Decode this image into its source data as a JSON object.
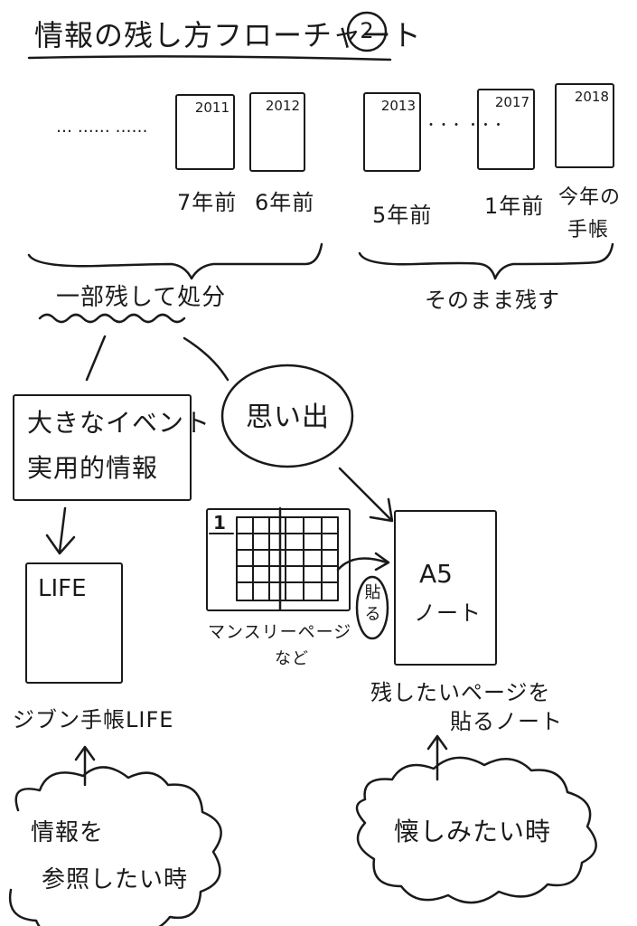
{
  "title": "情報の残し方フローチャート",
  "title_number": "2",
  "timeline": {
    "left_dots": "…  ……  ……",
    "mid_dots": "・・・  ・・・",
    "books": [
      {
        "year": "2011",
        "label": "7年前"
      },
      {
        "year": "2012",
        "label": "6年前"
      },
      {
        "year": "2013",
        "label": "5年前"
      },
      {
        "year": "2017",
        "label": "1年前"
      },
      {
        "year": "2018",
        "label_line1": "今年の",
        "label_line2": "手帳"
      }
    ]
  },
  "branches": {
    "left": "一部残して処分",
    "right": "そのまま残す"
  },
  "nodes": {
    "info_box_line1": "大きなイベント",
    "info_box_line2": "実用的情報",
    "memories": "思い出",
    "life_book": "LIFE",
    "life_caption": "ジブン手帳LIFE",
    "monthly_number": "1",
    "monthly_caption_line1": "マンスリーページ",
    "monthly_caption_line2": "など",
    "paste": "貼る",
    "a5_line1": "A5",
    "a5_line2": "ノート",
    "a5_caption_line1": "残したいページを",
    "a5_caption_line2": "貼るノート"
  },
  "clouds": {
    "left_line1": "情報を",
    "left_line2": "参照したい時",
    "right": "懐しみたい時"
  }
}
